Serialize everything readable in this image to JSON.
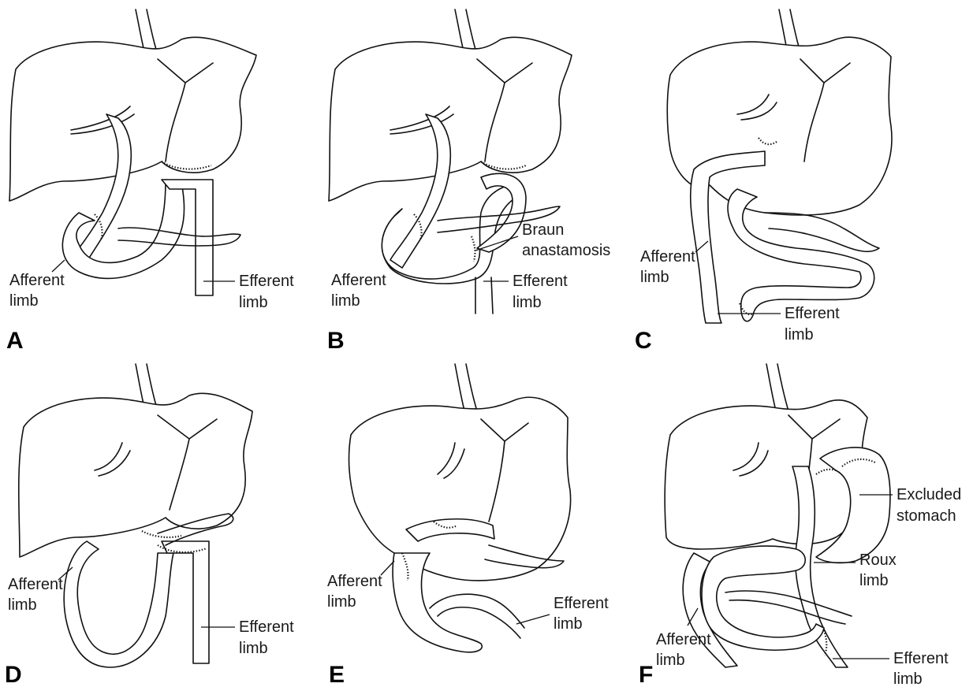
{
  "panels": [
    {
      "letter": "A",
      "labels": [
        [
          "Afferent",
          "limb"
        ],
        [
          "Efferent",
          "limb"
        ]
      ]
    },
    {
      "letter": "B",
      "labels": [
        [
          "Braun",
          "anastamosis"
        ],
        [
          "Afferent",
          "limb"
        ],
        [
          "Efferent",
          "limb"
        ]
      ]
    },
    {
      "letter": "C",
      "labels": [
        [
          "Afferent",
          "limb"
        ],
        [
          "Efferent",
          "limb"
        ]
      ]
    },
    {
      "letter": "D",
      "labels": [
        [
          "Afferent",
          "limb"
        ],
        [
          "Efferent",
          "limb"
        ]
      ]
    },
    {
      "letter": "E",
      "labels": [
        [
          "Afferent",
          "limb"
        ],
        [
          "Efferent",
          "limb"
        ]
      ]
    },
    {
      "letter": "F",
      "labels": [
        [
          "Excluded",
          "stomach"
        ],
        [
          "Roux",
          "limb"
        ],
        [
          "Afferent",
          "limb"
        ],
        [
          "Efferent",
          "limb"
        ]
      ]
    }
  ]
}
